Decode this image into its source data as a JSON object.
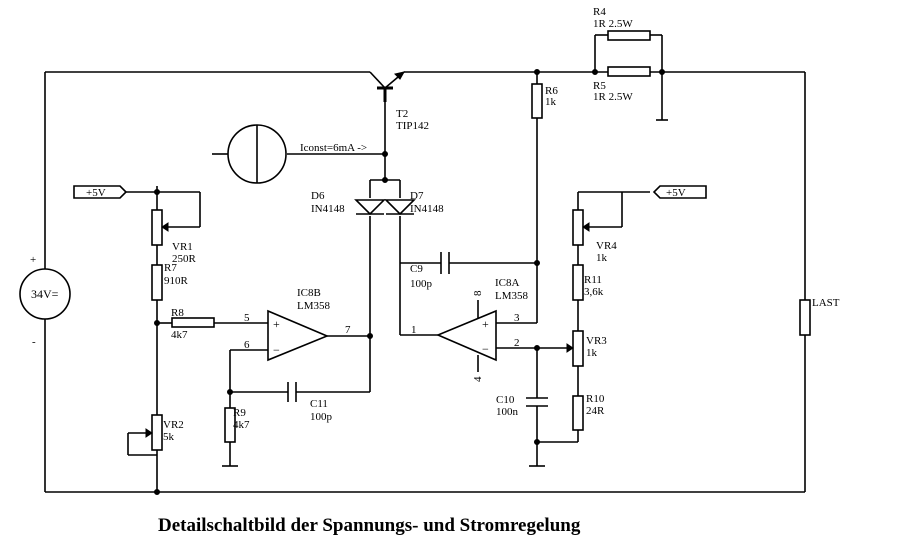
{
  "caption": "Detailschaltbild der Spannungs- und Stromregelung",
  "source": {
    "label": "34V=",
    "plus": "+",
    "minus": "-"
  },
  "supply_tags": [
    {
      "text": "+5V"
    },
    {
      "text": "+5V"
    }
  ],
  "current_source": {
    "label": "Iconst=6mA ->"
  },
  "load": {
    "label": "LAST"
  },
  "transistor": {
    "ref": "T2",
    "value": "TIP142"
  },
  "resistors": [
    {
      "ref": "R4",
      "value": "1R 2.5W"
    },
    {
      "ref": "R5",
      "value": "1R 2.5W"
    },
    {
      "ref": "R6",
      "value": "1k"
    },
    {
      "ref": "R7",
      "value": "910R"
    },
    {
      "ref": "R8",
      "value": "4k7"
    },
    {
      "ref": "R9",
      "value": "4k7"
    },
    {
      "ref": "R10",
      "value": "24R"
    },
    {
      "ref": "R11",
      "value": "3,6k"
    }
  ],
  "pots": [
    {
      "ref": "VR1",
      "value": "250R"
    },
    {
      "ref": "VR2",
      "value": "5k"
    },
    {
      "ref": "VR3",
      "value": "1k"
    },
    {
      "ref": "VR4",
      "value": "1k"
    }
  ],
  "capacitors": [
    {
      "ref": "C9",
      "value": "100p"
    },
    {
      "ref": "C10",
      "value": "100n"
    },
    {
      "ref": "C11",
      "value": "100p"
    }
  ],
  "diodes": [
    {
      "ref": "D6",
      "value": "IN4148"
    },
    {
      "ref": "D7",
      "value": "IN4148"
    }
  ],
  "opamps": [
    {
      "ref": "IC8B",
      "value": "LM358",
      "pins": [
        "5",
        "6",
        "7"
      ]
    },
    {
      "ref": "IC8A",
      "value": "LM358",
      "pins": [
        "3",
        "2",
        "1",
        "8",
        "4"
      ]
    }
  ],
  "opamp_symbols": {
    "plus": "+",
    "minus": "−"
  }
}
